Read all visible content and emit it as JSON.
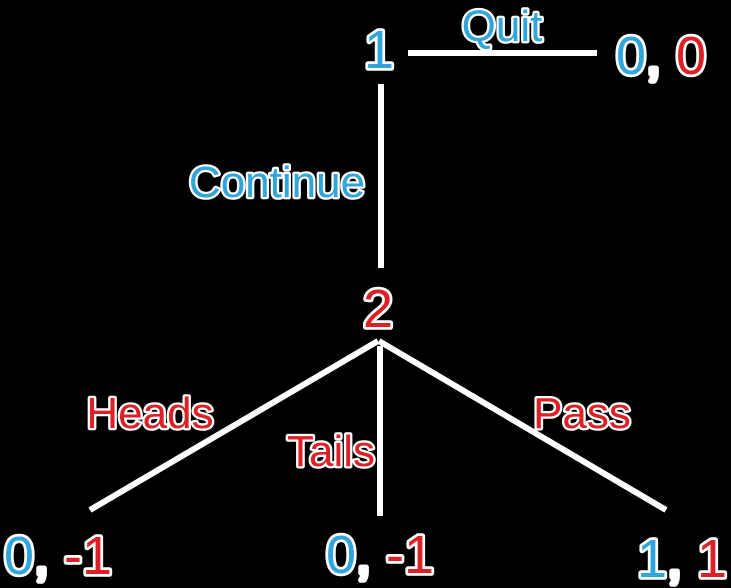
{
  "colors": {
    "background": "#000000",
    "player1_blue": "#2FA5DC",
    "player2_red": "#DD2026",
    "line_white": "#FFFFFF"
  },
  "tree": {
    "nodes": {
      "root": {
        "label": "1"
      },
      "second": {
        "label": "2"
      }
    },
    "edges": {
      "quit": {
        "label": "Quit"
      },
      "continue": {
        "label": "Continue"
      },
      "heads": {
        "label": "Heads"
      },
      "tails": {
        "label": "Tails"
      },
      "pass": {
        "label": "Pass"
      }
    },
    "payoffs": {
      "quit": {
        "p1": "0",
        "sep": ", ",
        "p2": "0"
      },
      "heads": {
        "p1": "0",
        "sep": ", ",
        "p2": "-1"
      },
      "tails": {
        "p1": "0",
        "sep": ", ",
        "p2": "-1"
      },
      "pass": {
        "p1": "1",
        "sep": ", ",
        "p2": "1"
      }
    }
  }
}
